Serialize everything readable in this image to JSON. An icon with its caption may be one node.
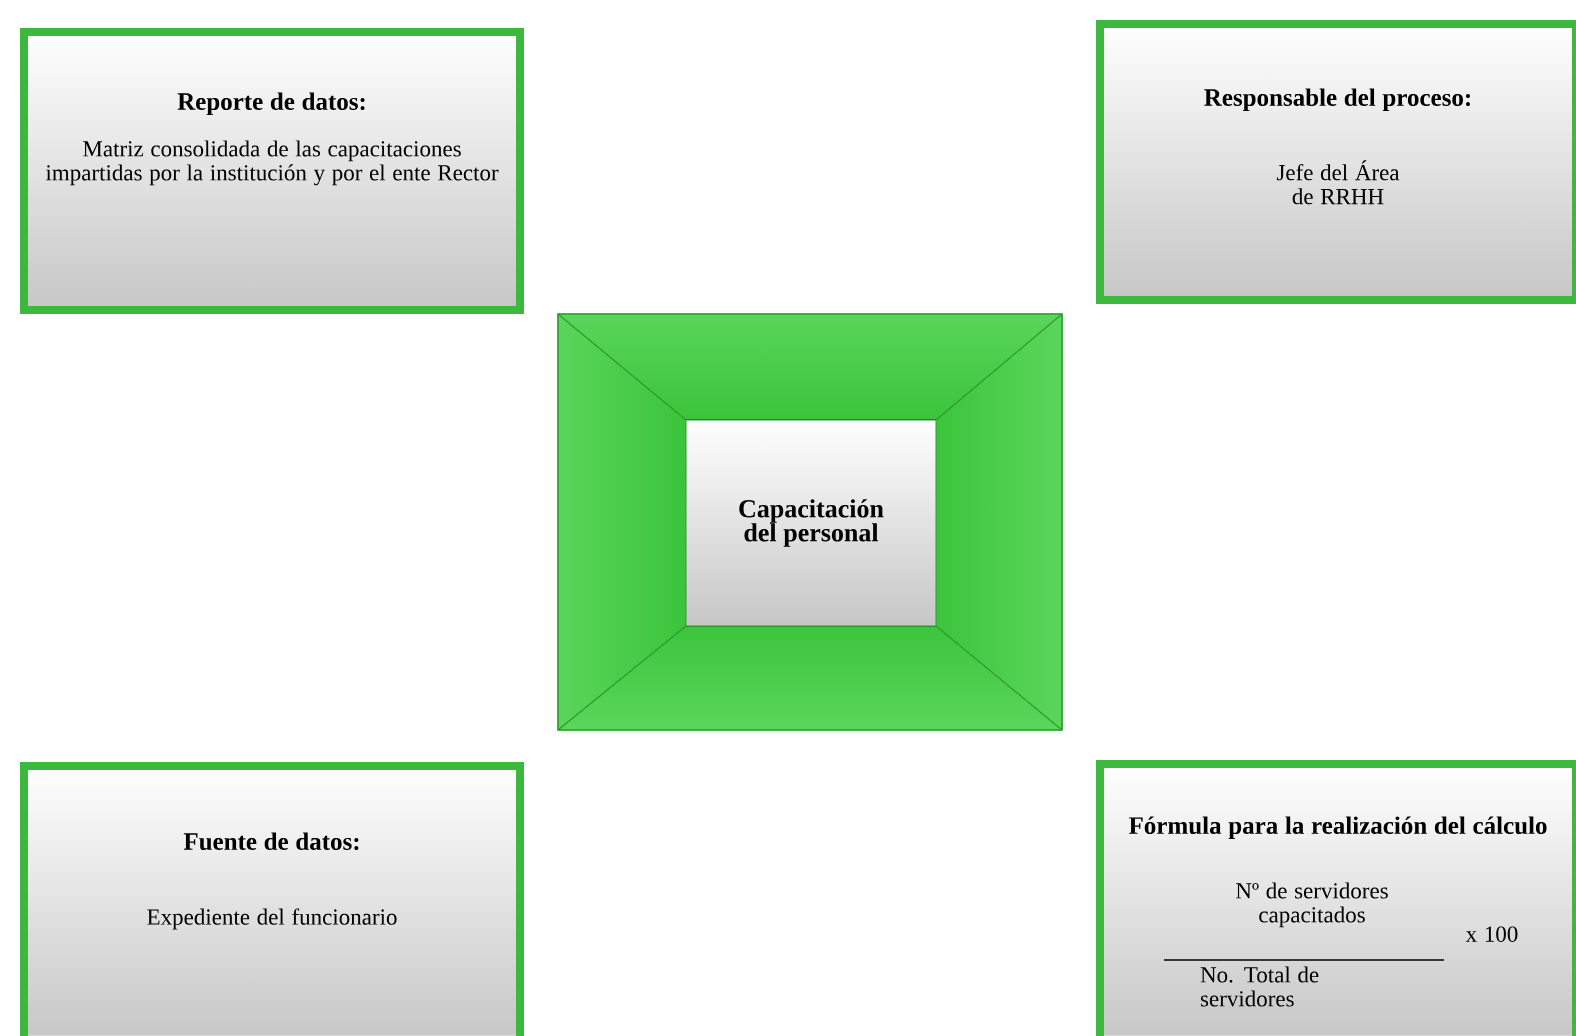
{
  "diagram": {
    "nodes": [
      {
        "text": [
          "Reporte de datos:",
          "Matriz consolidada de las capacitaciones impartidas por la institución y por el ente Rector"
        ]
      },
      {
        "text": [
          "Responsable del proceso:",
          "Jefe del Área de RRHH"
        ]
      },
      {
        "text": [
          "Capacitación del personal"
        ]
      },
      {
        "text": [
          "Fuente de datos:",
          "Expediente del funcionario"
        ]
      },
      {
        "text": [
          "Fórmula para la realización del cálculo",
          "Nº de servidores capacitados",
          "x 100",
          "No. Total de servidores"
        ]
      }
    ],
    "edges": []
  }
}
